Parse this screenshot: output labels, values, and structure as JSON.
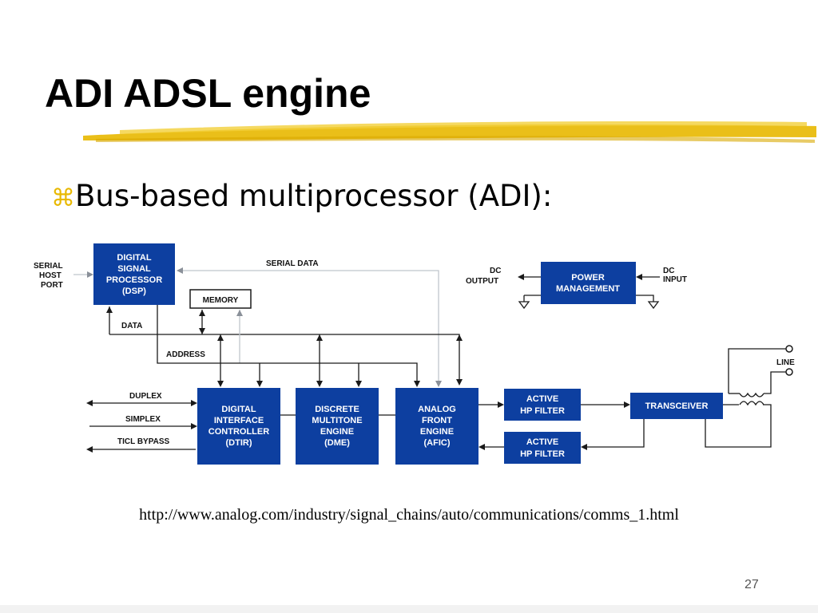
{
  "slide": {
    "title": "ADI ADSL engine",
    "bullet": "Bus-based multiprocessor (ADI):",
    "url": "http://www.analog.com/industry/signal_chains/auto/communications/comms_1.html",
    "page_number": "27"
  },
  "diagram": {
    "colors": {
      "block": "#0d3fa0",
      "accent_brush": "#e8b800"
    },
    "blocks": {
      "dsp": [
        "DIGITAL",
        "SIGNAL",
        "PROCESSOR",
        "(DSP)"
      ],
      "memory": [
        "MEMORY"
      ],
      "power": [
        "POWER",
        "MANAGEMENT"
      ],
      "dtir": [
        "DIGITAL",
        "INTERFACE",
        "CONTROLLER",
        "(DTIR)"
      ],
      "dme": [
        "DISCRETE",
        "MULTITONE",
        "ENGINE",
        "(DME)"
      ],
      "afic": [
        "ANALOG",
        "FRONT",
        "ENGINE",
        "(AFIC)"
      ],
      "hp1": [
        "ACTIVE",
        "HP FILTER"
      ],
      "hp2": [
        "ACTIVE",
        "HP FILTER"
      ],
      "transceiver": [
        "TRANSCEIVER"
      ]
    },
    "labels": {
      "serial_host_port": [
        "SERIAL",
        "HOST",
        "PORT"
      ],
      "serial_data": "SERIAL DATA",
      "data": "DATA",
      "address": "ADDRESS",
      "dc_output": [
        "DC",
        "OUTPUT"
      ],
      "dc_input": [
        "DC",
        "INPUT"
      ],
      "duplex": "DUPLEX",
      "simplex": "SIMPLEX",
      "ticl_bypass": "TICL BYPASS",
      "line": "LINE"
    }
  }
}
